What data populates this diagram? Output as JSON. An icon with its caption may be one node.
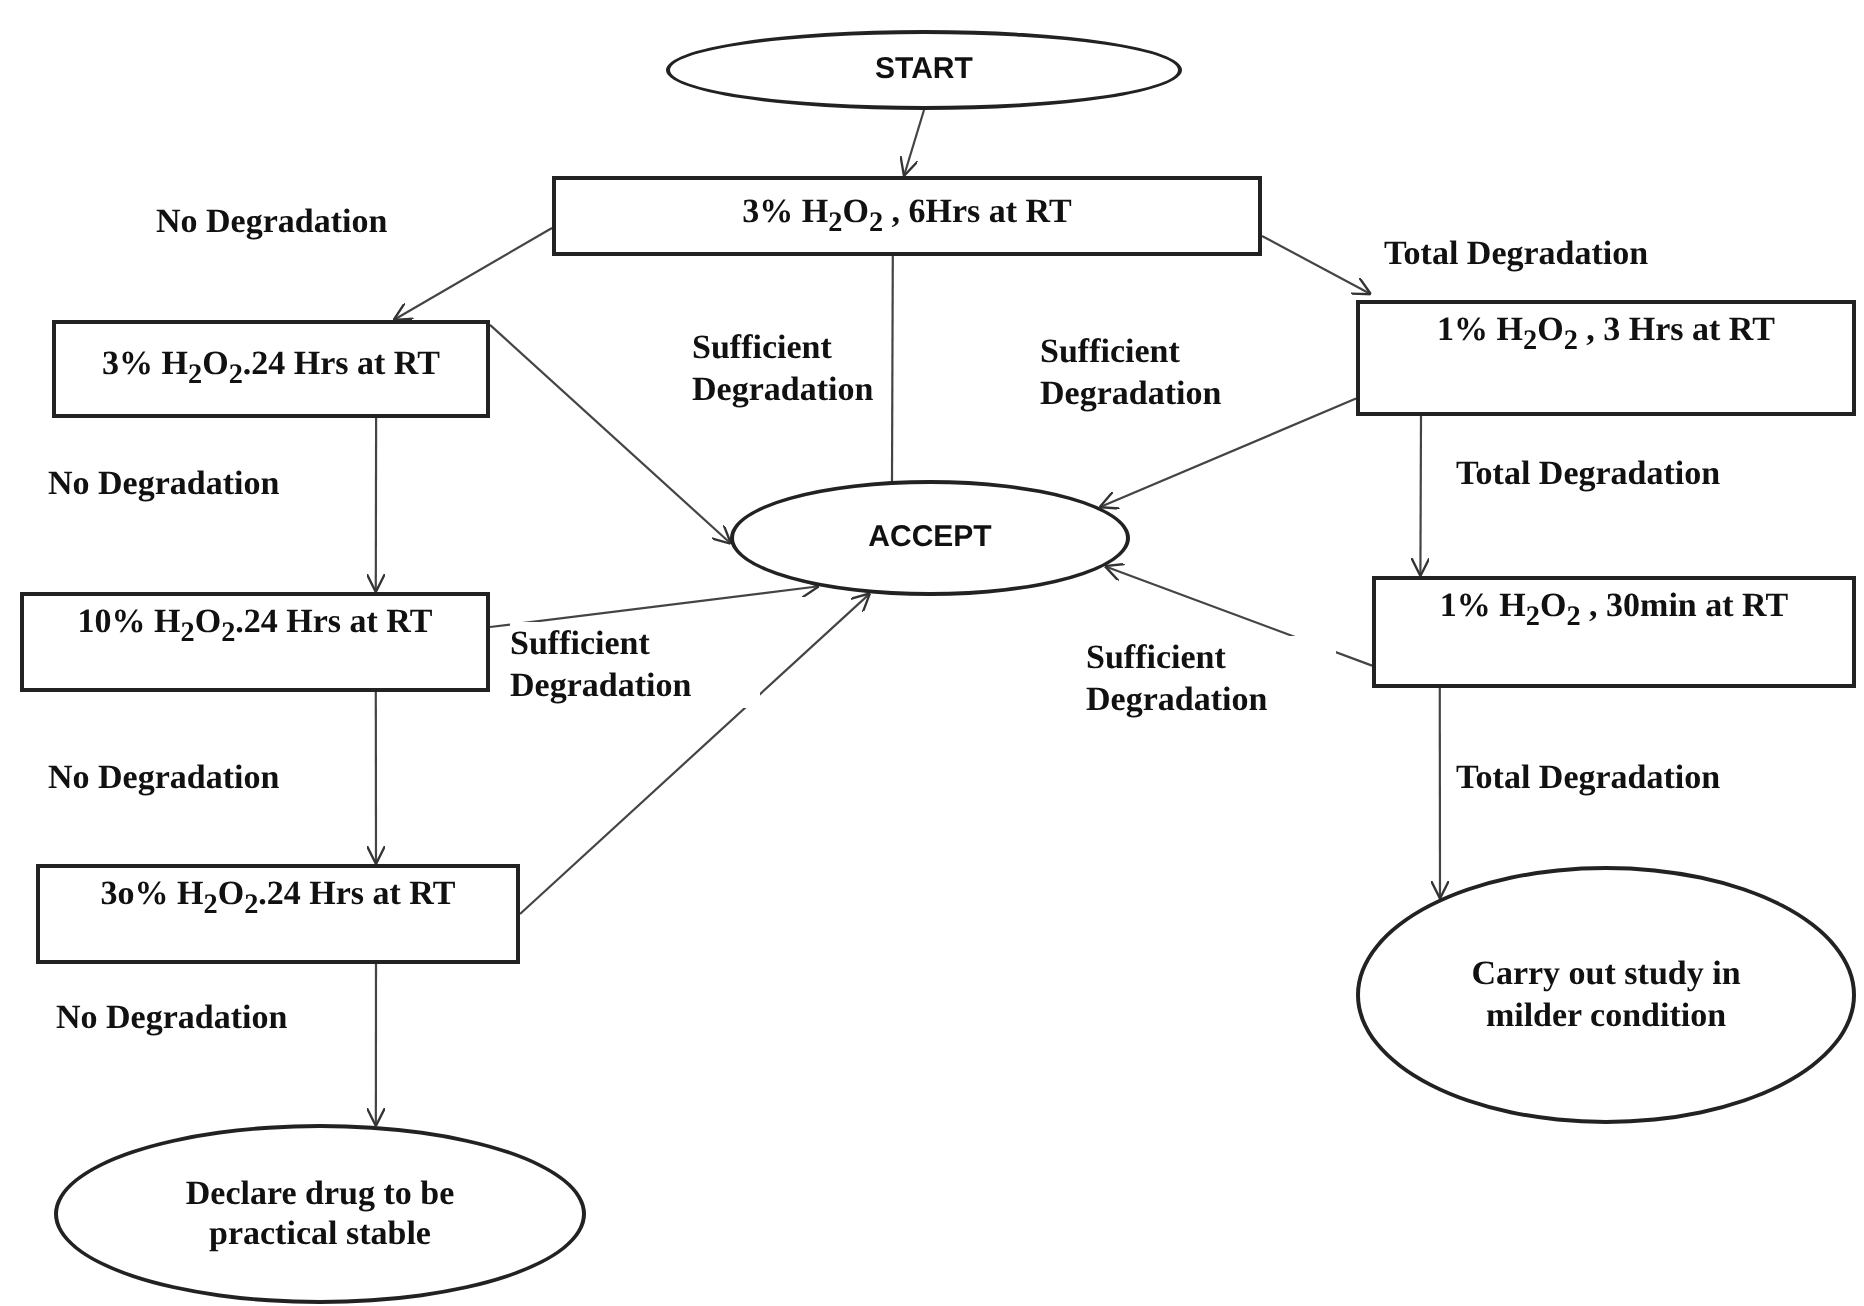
{
  "diagram": {
    "nodes": [
      {
        "text": [
          "START"
        ]
      },
      {
        "text": [
          "3% H$_{2}$O$_{2}$ , 6Hrs at RT"
        ]
      },
      {
        "text": [
          "3% H$_{2}$O$_{2}$.24 Hrs at RT"
        ]
      },
      {
        "text": [
          "ACCEPT"
        ]
      },
      {
        "text": [
          "1% H$_{2}$O$_{2}$ , 3 Hrs at RT"
        ]
      },
      {
        "text": [
          "10% H$_{2}$O$_{2}$.24 Hrs at RT"
        ]
      },
      {
        "text": [
          "1% H$_{2}$O$_{2}$ , 30min at RT"
        ]
      },
      {
        "text": [
          "3o% H$_{2}$O$_{2}$.24 Hrs at RT"
        ]
      },
      {
        "text": [
          "Declare drug to be practical stable"
        ]
      },
      {
        "text": [
          "Carry out study in milder condition"
        ]
      }
    ],
    "edges": [
      {
        "from": 0,
        "to": 1,
        "arrow": "to"
      },
      {
        "from": 1,
        "to": 2,
        "arrow": "to",
        "label": "No Degradation"
      },
      {
        "from": 1,
        "to": 3,
        "arrow": "none",
        "label": "Sufficient Degradation"
      },
      {
        "from": 1,
        "to": 4,
        "arrow": "to",
        "label": "Total Degradation"
      },
      {
        "from": 2,
        "to": 3,
        "arrow": "to"
      },
      {
        "from": 2,
        "to": 5,
        "arrow": "to",
        "label": "No Degradation"
      },
      {
        "from": 4,
        "to": 3,
        "arrow": "to",
        "label": "Sufficient Degradation"
      },
      {
        "from": 4,
        "to": 6,
        "arrow": "to",
        "label": "Total Degradation"
      },
      {
        "from": 5,
        "to": 3,
        "arrow": "to",
        "label": "Sufficient Degradation"
      },
      {
        "from": 5,
        "to": 7,
        "arrow": "to",
        "label": "No Degradation"
      },
      {
        "from": 6,
        "to": 3,
        "arrow": "to",
        "label": "Sufficient Degradation"
      },
      {
        "from": 6,
        "to": 9,
        "arrow": "to",
        "label": "Total Degradation"
      },
      {
        "from": 7,
        "to": 3,
        "arrow": "to"
      },
      {
        "from": 7,
        "to": 8,
        "arrow": "to",
        "label": "No Degradation"
      }
    ]
  }
}
